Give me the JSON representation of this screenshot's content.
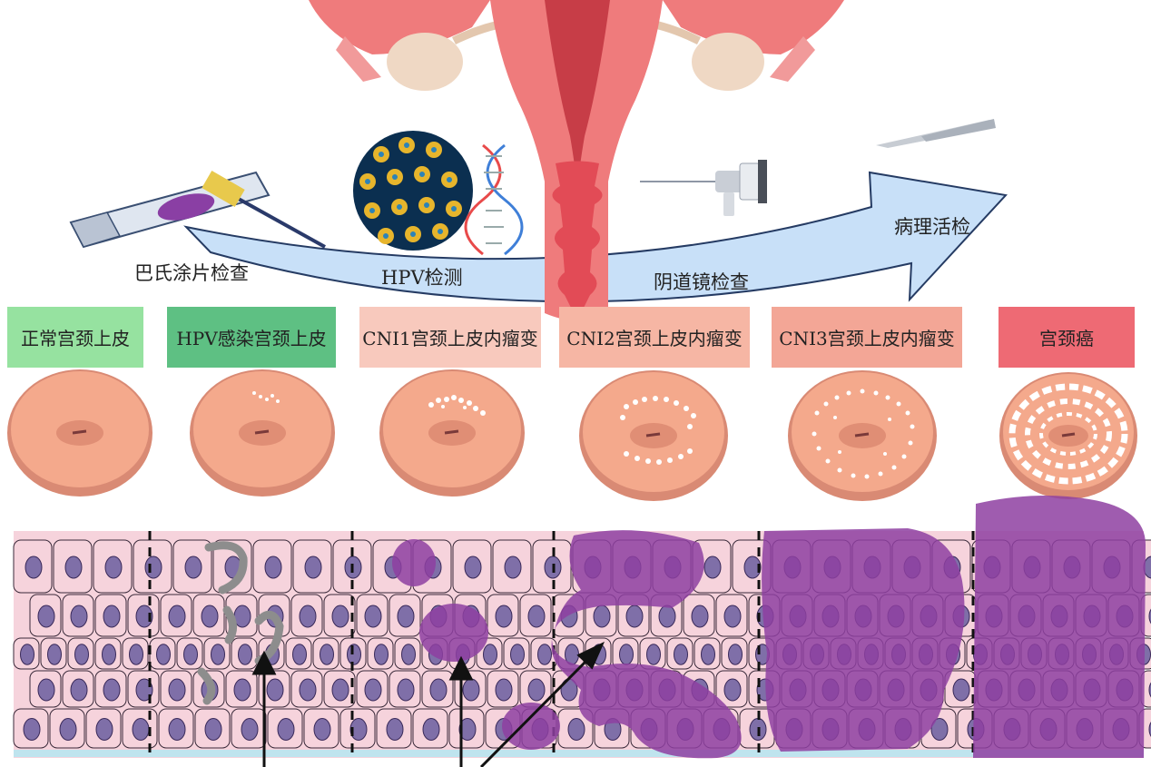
{
  "procedures": {
    "pap_smear": "巴氏涂片检查",
    "hpv_test": "HPV检测",
    "colposcopy": "阴道镜检查",
    "biopsy": "病理活检"
  },
  "stages": [
    {
      "label": "正常宫颈上皮",
      "color": "#96e2a0"
    },
    {
      "label": "HPV感染宫颈上皮",
      "color": "#5ec083"
    },
    {
      "label": "CNI1宫颈上皮内瘤变",
      "color": "#f8c9bd"
    },
    {
      "label": "CNI2宫颈上皮内瘤变",
      "color": "#f6b6a4"
    },
    {
      "label": "CNI3宫颈上皮内瘤变",
      "color": "#f3a696"
    },
    {
      "label": "宫颈癌",
      "color": "#ee6a74"
    }
  ],
  "colors": {
    "arrow_fill": "#c8e0f8",
    "uterus": "#ef7b7c",
    "cervix": "#f4a98c",
    "tissue": "#f6d3dc",
    "nucleus": "#7f6fa8",
    "lesion": "#8e3fa1"
  }
}
